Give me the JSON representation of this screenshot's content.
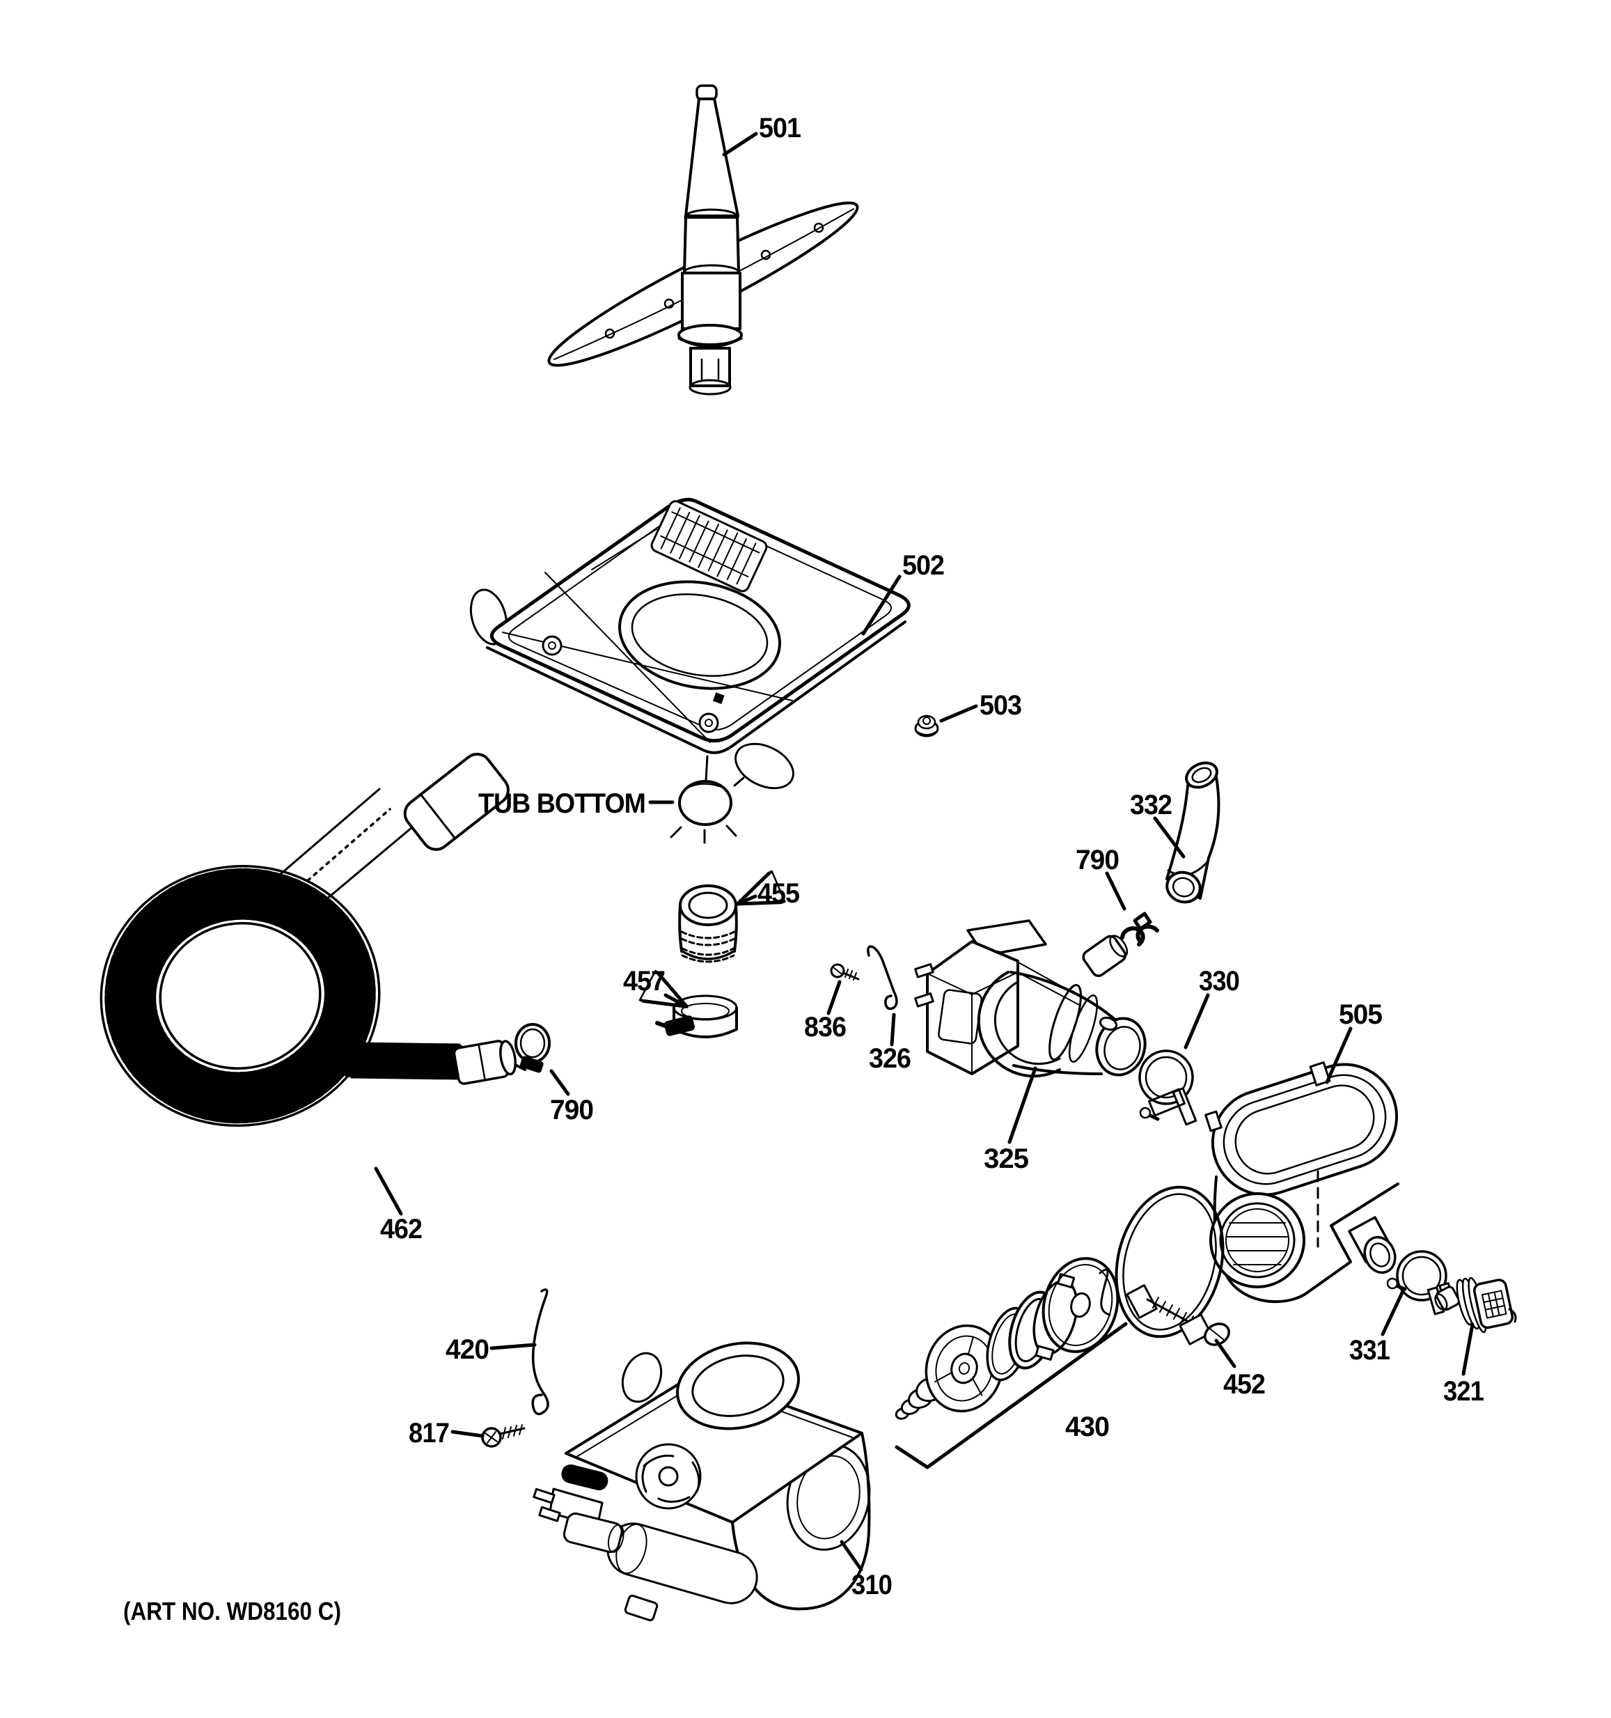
{
  "figure": {
    "background": "#ffffff",
    "line_color": "#000000",
    "art_no": "(ART NO. WD8160 C)",
    "tub_bottom_label": "TUB BOTTOM",
    "labels": {
      "c501": "501",
      "c502": "502",
      "c503": "503",
      "c455": "455",
      "c457": "457",
      "c836": "836",
      "c326": "326",
      "c332": "332",
      "c790a": "790",
      "c790b": "790",
      "c325": "325",
      "c330": "330",
      "c505": "505",
      "c462": "462",
      "c452": "452",
      "c430": "430",
      "c331": "331",
      "c321": "321",
      "c420": "420",
      "c817": "817",
      "c310": "310"
    }
  }
}
